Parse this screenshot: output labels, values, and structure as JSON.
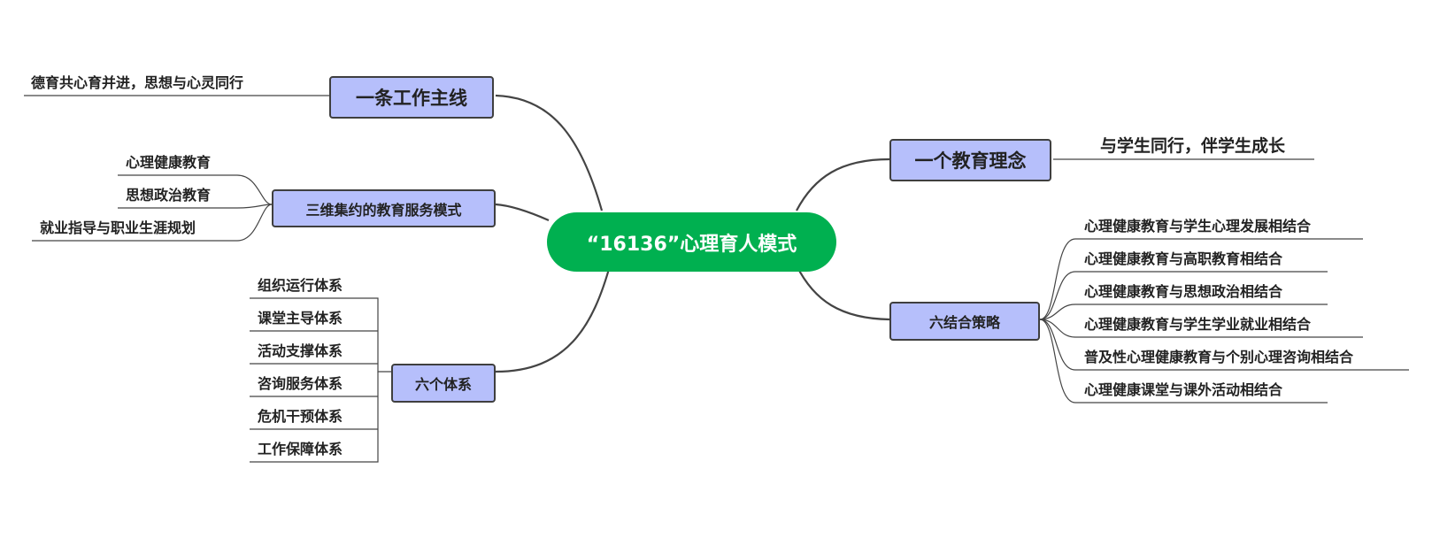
{
  "center": {
    "label": "“16136”心理育人模式",
    "color": "#00b050"
  },
  "branches": {
    "main_line": {
      "label": "一条工作主线",
      "leaves": [
        "德育共心育并进，思想与心灵同行"
      ]
    },
    "service_mode": {
      "label": "三维集约的教育服务模式",
      "leaves": [
        "心理健康教育",
        "思想政治教育",
        "就业指导与职业生涯规划"
      ]
    },
    "six_systems": {
      "label": "六个体系",
      "leaves": [
        "组织运行体系",
        "课堂主导体系",
        "活动支撑体系",
        "咨询服务体系",
        "危机干预体系",
        "工作保障体系"
      ]
    },
    "one_concept": {
      "label": "一个教育理念",
      "leaves": [
        "与学生同行，伴学生成长"
      ]
    },
    "six_combinations": {
      "label": "六结合策略",
      "leaves": [
        "心理健康教育与学生心理发展相结合",
        "心理健康教育与高职教育相结合",
        "心理健康教育与思想政治相结合",
        "心理健康教育与学生学业就业相结合",
        "普及性心理健康教育与个别心理咨询相结合",
        "心理健康课堂与课外活动相结合"
      ]
    }
  },
  "colors": {
    "topic_fill": "#b6bffb",
    "topic_border": "#3f3f3f",
    "line": "#444444"
  }
}
